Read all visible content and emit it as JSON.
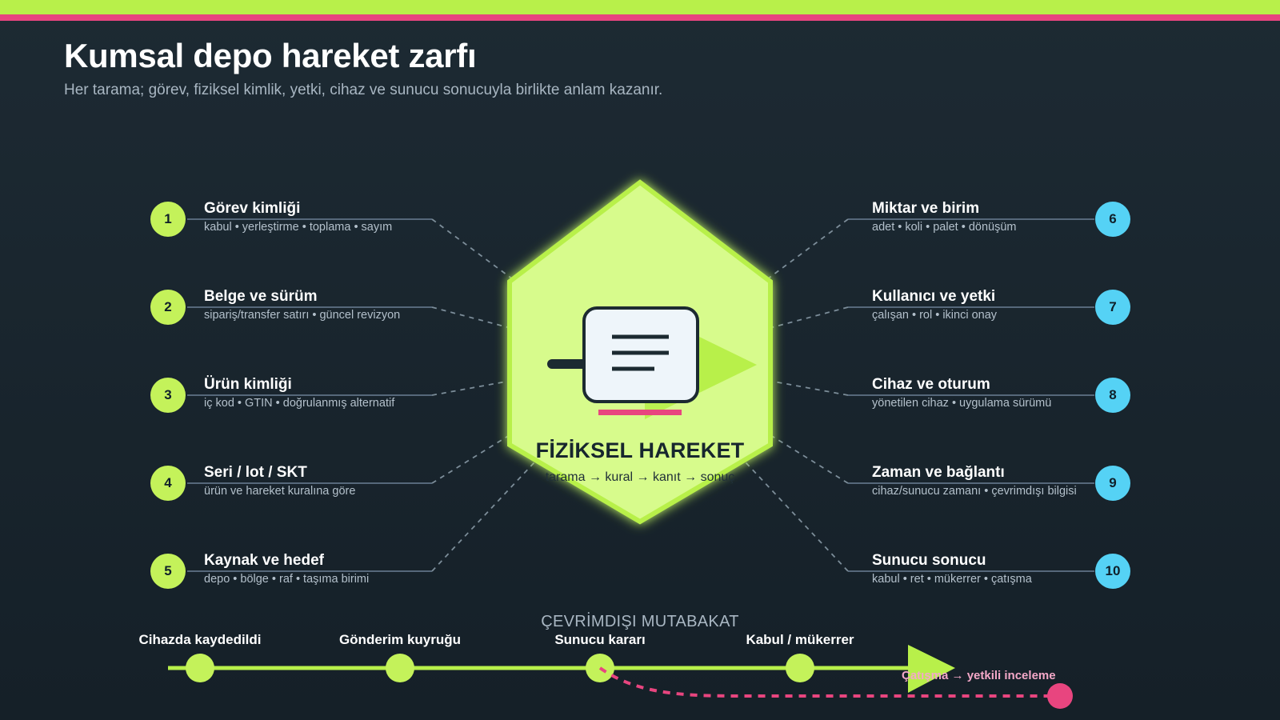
{
  "header": {
    "title": "Kumsal depo hareket zarfı",
    "subtitle": "Her tarama; görev, fiziksel kimlik, yetki, cihaz ve sunucu sonucuyla birlikte anlam kazanır."
  },
  "center": {
    "title": "FİZİKSEL HAREKET",
    "subtitle": "tarama → kural → kanıt → sonuç",
    "icon": "document-icon"
  },
  "left_nodes": [
    {
      "num": "1",
      "title": "Görev kimliği",
      "desc": "kabul • yerleştirme • toplama • sayım"
    },
    {
      "num": "2",
      "title": "Belge ve sürüm",
      "desc": "sipariş/transfer satırı • güncel revizyon"
    },
    {
      "num": "3",
      "title": "Ürün kimliği",
      "desc": "iç kod • GTIN • doğrulanmış alternatif"
    },
    {
      "num": "4",
      "title": "Seri / lot / SKT",
      "desc": "ürün ve hareket kuralına göre"
    },
    {
      "num": "5",
      "title": "Kaynak ve hedef",
      "desc": "depo • bölge • raf • taşıma birimi"
    }
  ],
  "right_nodes": [
    {
      "num": "6",
      "title": "Miktar ve birim",
      "desc": "adet • koli • palet • dönüşüm"
    },
    {
      "num": "7",
      "title": "Kullanıcı ve yetki",
      "desc": "çalışan • rol • ikinci onay"
    },
    {
      "num": "8",
      "title": "Cihaz ve oturum",
      "desc": "yönetilen cihaz • uygulama sürümü"
    },
    {
      "num": "9",
      "title": "Zaman ve bağlantı",
      "desc": "cihaz/sunucu zamanı • çevrimdışı bilgisi"
    },
    {
      "num": "10",
      "title": "Sunucu sonucu",
      "desc": "kabul • ret • mükerrer • çatışma"
    }
  ],
  "timeline": {
    "heading": "ÇEVRİMDIŞI MUTABAKAT",
    "stages": [
      "Cihazda kaydedildi",
      "Gönderim kuyruğu",
      "Sunucu kararı",
      "Kabul / mükerrer"
    ],
    "conflict": "Çatışma → yetkili inceleme"
  },
  "colors": {
    "lime": "#b8f04a",
    "pink": "#e8457f",
    "cyan": "#55d2f5",
    "background": "#1b2730"
  }
}
